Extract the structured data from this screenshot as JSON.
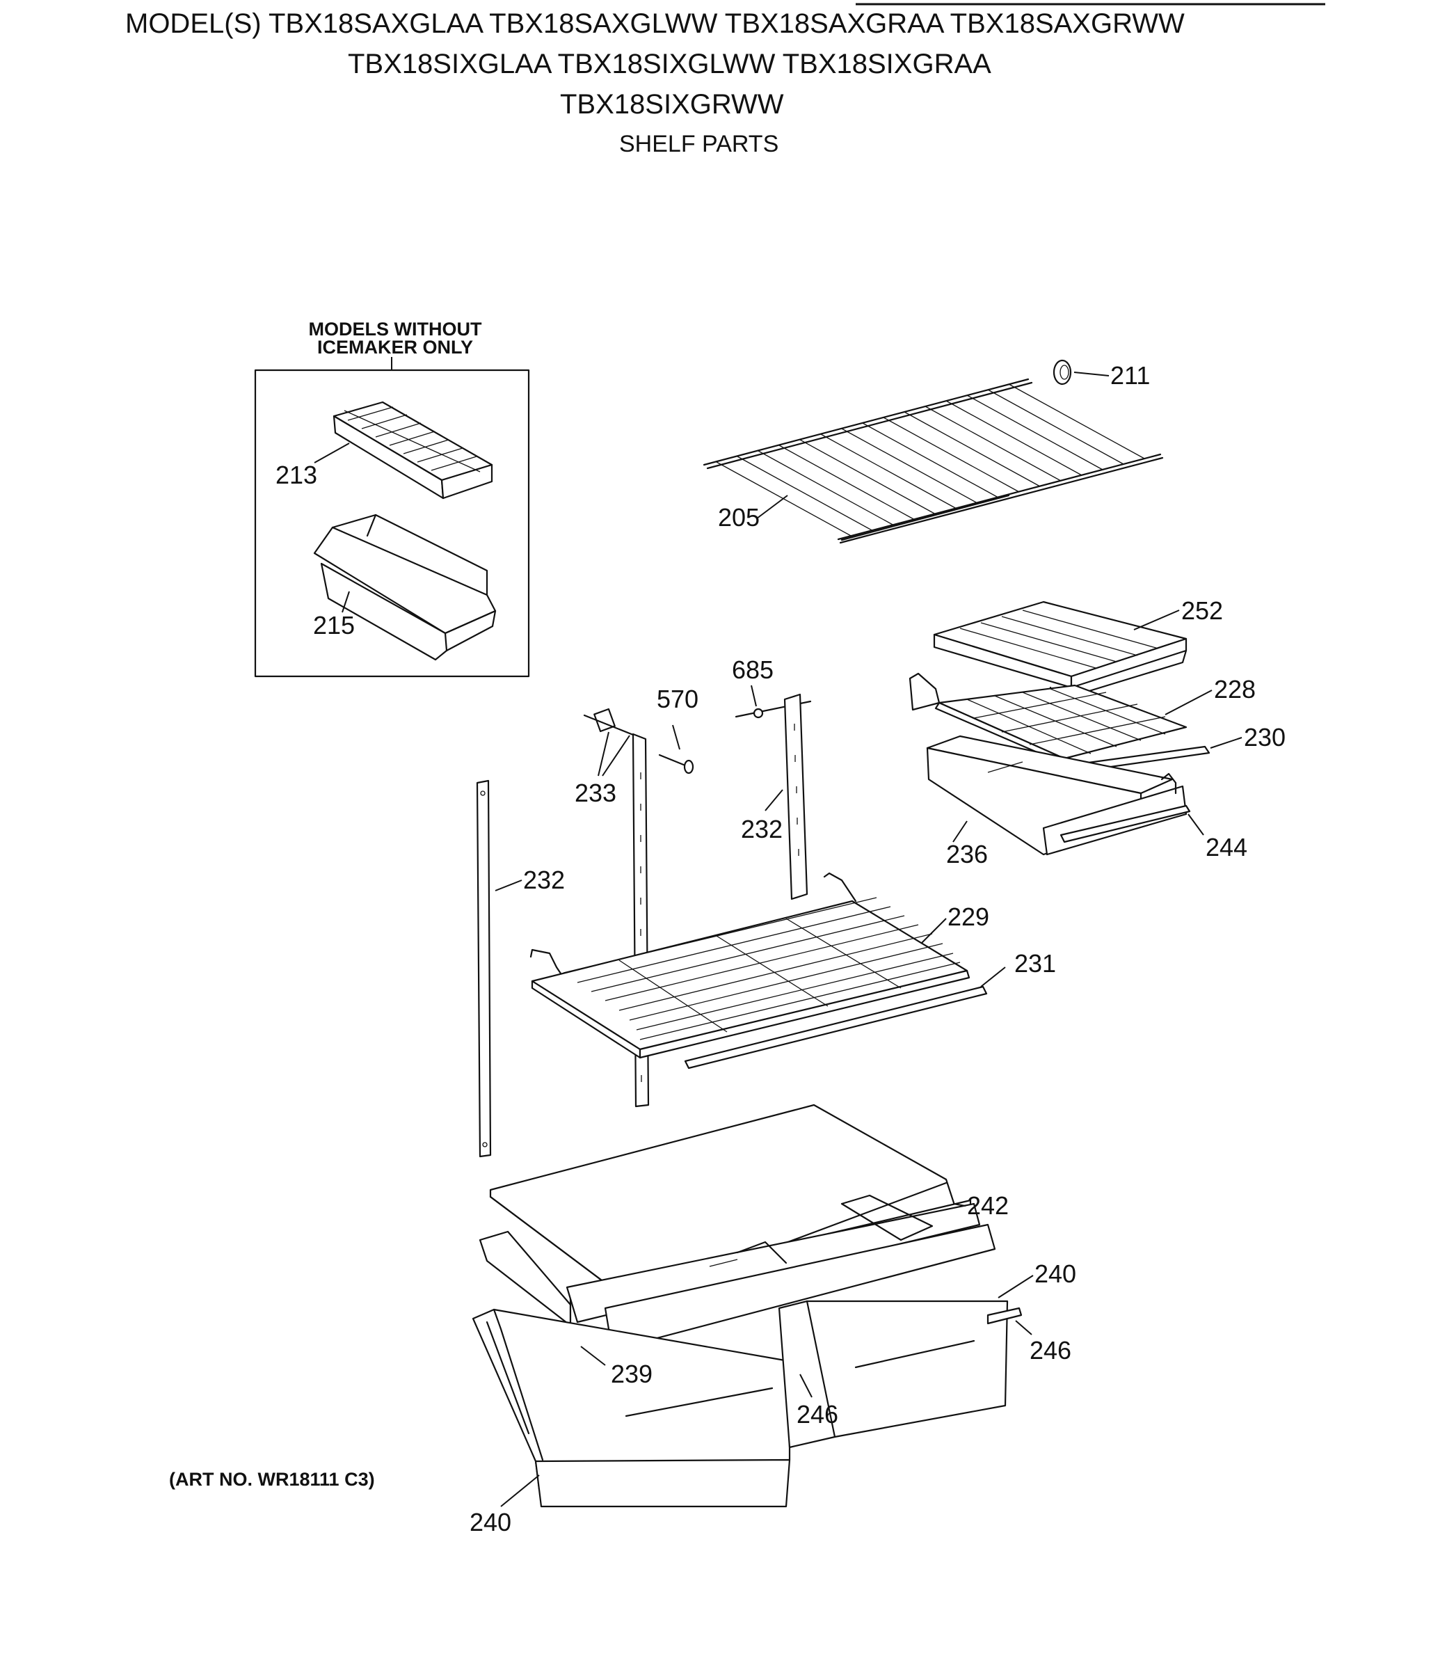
{
  "header": {
    "model_line_1": "MODEL(S) TBX18SAXGLAA TBX18SAXGLWW TBX18SAXGRAA TBX18SAXGRWW",
    "model_line_2": "TBX18SIXGLAA TBX18SIXGLWW TBX18SIXGRAA",
    "model_line_3": "TBX18SIXGRWW",
    "section_title": "SHELF PARTS"
  },
  "inset": {
    "title_line_1": "MODELS WITHOUT",
    "title_line_2": "ICEMAKER ONLY"
  },
  "callouts": {
    "p211": "211",
    "p205": "205",
    "p213": "213",
    "p215": "215",
    "p252": "252",
    "p685": "685",
    "p570": "570",
    "p228": "228",
    "p230": "230",
    "p233": "233",
    "p232_center": "232",
    "p236": "236",
    "p244": "244",
    "p232_left": "232",
    "p229": "229",
    "p231": "231",
    "p242": "242",
    "p240_right": "240",
    "p246_right": "246",
    "p239": "239",
    "p246_left": "246",
    "p240_left": "240"
  },
  "footer": {
    "art_number": "(ART NO. WR18111 C3)"
  }
}
